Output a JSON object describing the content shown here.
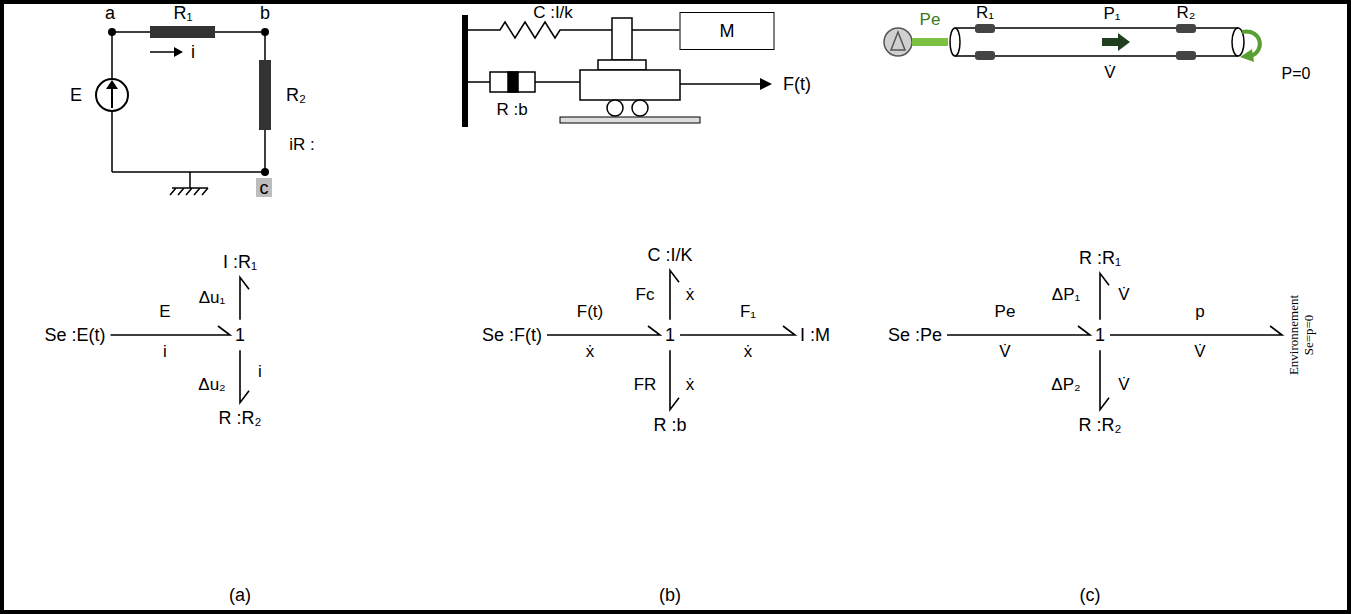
{
  "diagram": {
    "nodes": [
      {
        "text": [
          "M"
        ]
      },
      {
        "text": [
          "I :R₁"
        ]
      },
      {
        "text": [
          "Se :E(t)"
        ]
      },
      {
        "text": [
          "1"
        ]
      },
      {
        "text": [
          "R :R₂"
        ]
      },
      {
        "text": [
          "C :I/K"
        ]
      },
      {
        "text": [
          "Se :F(t)"
        ]
      },
      {
        "text": [
          "1"
        ]
      },
      {
        "text": [
          "I :M"
        ]
      },
      {
        "text": [
          "R :b"
        ]
      },
      {
        "text": [
          "R :R₁"
        ]
      },
      {
        "text": [
          "Se :Pe"
        ]
      },
      {
        "text": [
          "1"
        ]
      },
      {
        "text": [
          "R :R₂"
        ]
      },
      {
        "text": [
          "Environnement",
          "Se=p=0"
        ]
      }
    ],
    "edges": [
      {
        "from": 2,
        "to": 3,
        "arrow": "to"
      },
      {
        "from": 3,
        "to": 1,
        "arrow": "to"
      },
      {
        "from": 3,
        "to": 4,
        "arrow": "to"
      },
      {
        "from": 6,
        "to": 7,
        "arrow": "to"
      },
      {
        "from": 7,
        "to": 5,
        "arrow": "to"
      },
      {
        "from": 7,
        "to": 8,
        "arrow": "to"
      },
      {
        "from": 7,
        "to": 9,
        "arrow": "to"
      },
      {
        "from": 11,
        "to": 12,
        "arrow": "to"
      },
      {
        "from": 12,
        "to": 10,
        "arrow": "to"
      },
      {
        "from": 12,
        "to": 13,
        "arrow": "to"
      },
      {
        "from": 12,
        "to": 14,
        "arrow": "to"
      }
    ],
    "labels": [
      "a",
      "R₁",
      "b",
      "i",
      "E",
      "R₂",
      "iR :",
      "c",
      "C :I/k",
      "R :b",
      "F(t)",
      "Pe",
      "R₁",
      "P₁",
      "V̇",
      "R₂",
      "P=0",
      "E",
      "i",
      "Δu₁",
      "Δu₂",
      "i",
      "F(t)",
      "ẋ",
      "Fc",
      "ẋ",
      "F₁",
      "ẋ",
      "FR",
      "ẋ",
      "Pe",
      "V̇",
      "ΔP₁",
      "V̇",
      "ΔP₂",
      "V̇",
      "p",
      "V̇",
      "(a)",
      "(b)",
      "(c)"
    ]
  }
}
